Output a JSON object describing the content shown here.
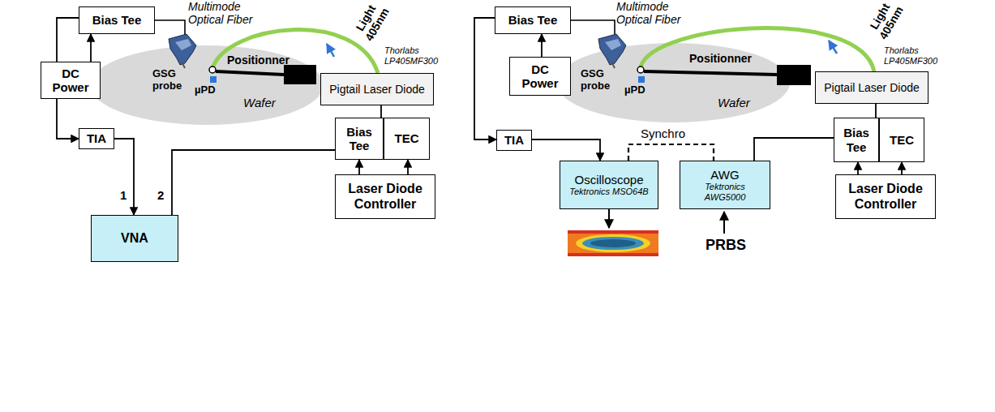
{
  "diagram": {
    "nodes": [
      {
        "text": [
          "Bias Tee"
        ]
      },
      {
        "text": [
          "DC Power"
        ]
      },
      {
        "text": [
          "Wafer"
        ]
      },
      {
        "text": [
          "Pigtail Laser Diode"
        ]
      },
      {
        "text": [
          "Bias Tee"
        ]
      },
      {
        "text": [
          "TEC"
        ]
      },
      {
        "text": [
          "Laser Diode Controller"
        ]
      },
      {
        "text": [
          "TIA"
        ]
      },
      {
        "text": [
          "VNA"
        ]
      },
      {
        "text": [
          "Bias Tee"
        ]
      },
      {
        "text": [
          "DC Power"
        ]
      },
      {
        "text": [
          "Wafer"
        ]
      },
      {
        "text": [
          "Pigtail Laser Diode"
        ]
      },
      {
        "text": [
          "Bias Tee"
        ]
      },
      {
        "text": [
          "TEC"
        ]
      },
      {
        "text": [
          "Laser Diode Controller"
        ]
      },
      {
        "text": [
          "TIA"
        ]
      },
      {
        "text": [
          "Oscilloscope",
          "Tektronics MSO64B"
        ]
      },
      {
        "text": [
          "AWG",
          "Tektronics AWG5000"
        ]
      }
    ],
    "edges": [
      {
        "from": 1,
        "to": 0,
        "arrow": "to"
      },
      {
        "from": 0,
        "to": 7,
        "arrow": "to"
      },
      {
        "from": 7,
        "to": 8,
        "arrow": "to",
        "label": "1"
      },
      {
        "from": 8,
        "to": 4,
        "arrow": "none",
        "label": "2"
      },
      {
        "from": 6,
        "to": 4,
        "arrow": "to"
      },
      {
        "from": 6,
        "to": 5,
        "arrow": "to"
      },
      {
        "from": 4,
        "to": 3,
        "arrow": "none"
      },
      {
        "from": 10,
        "to": 9,
        "arrow": "to"
      },
      {
        "from": 9,
        "to": 16,
        "arrow": "to"
      },
      {
        "from": 16,
        "to": 17,
        "arrow": "to"
      },
      {
        "from": 17,
        "to": 18,
        "arrow": "none",
        "label": "Synchro"
      },
      {
        "from": 18,
        "to": 13,
        "arrow": "none"
      },
      {
        "from": 15,
        "to": 13,
        "arrow": "to"
      },
      {
        "from": 15,
        "to": 14,
        "arrow": "to"
      },
      {
        "from": 13,
        "to": 12,
        "arrow": "none"
      }
    ],
    "labels": [
      "Multimode Optical Fiber",
      "Light 405nm",
      "Thorlabs LP405MF300",
      "Positionner",
      "GSG probe",
      "µPD",
      "Multimode Optical Fiber",
      "Light 405nm",
      "Thorlabs LP405MF300",
      "Positionner",
      "GSG probe",
      "µPD",
      "PRBS"
    ]
  }
}
